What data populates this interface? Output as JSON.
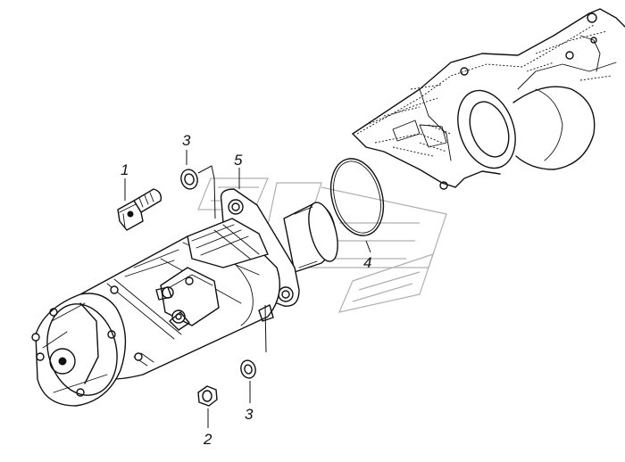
{
  "callouts": [
    {
      "id": "1",
      "part": "bolt"
    },
    {
      "id": "2",
      "part": "nut"
    },
    {
      "id": "3",
      "part": "washer-upper"
    },
    {
      "id": "3b",
      "label": "3",
      "part": "washer-lower"
    },
    {
      "id": "4",
      "part": "o-ring"
    },
    {
      "id": "5",
      "part": "starter"
    }
  ],
  "labels": {
    "c1": "1",
    "c2": "2",
    "c3a": "3",
    "c3b": "3",
    "c4": "4",
    "c5": "5"
  }
}
